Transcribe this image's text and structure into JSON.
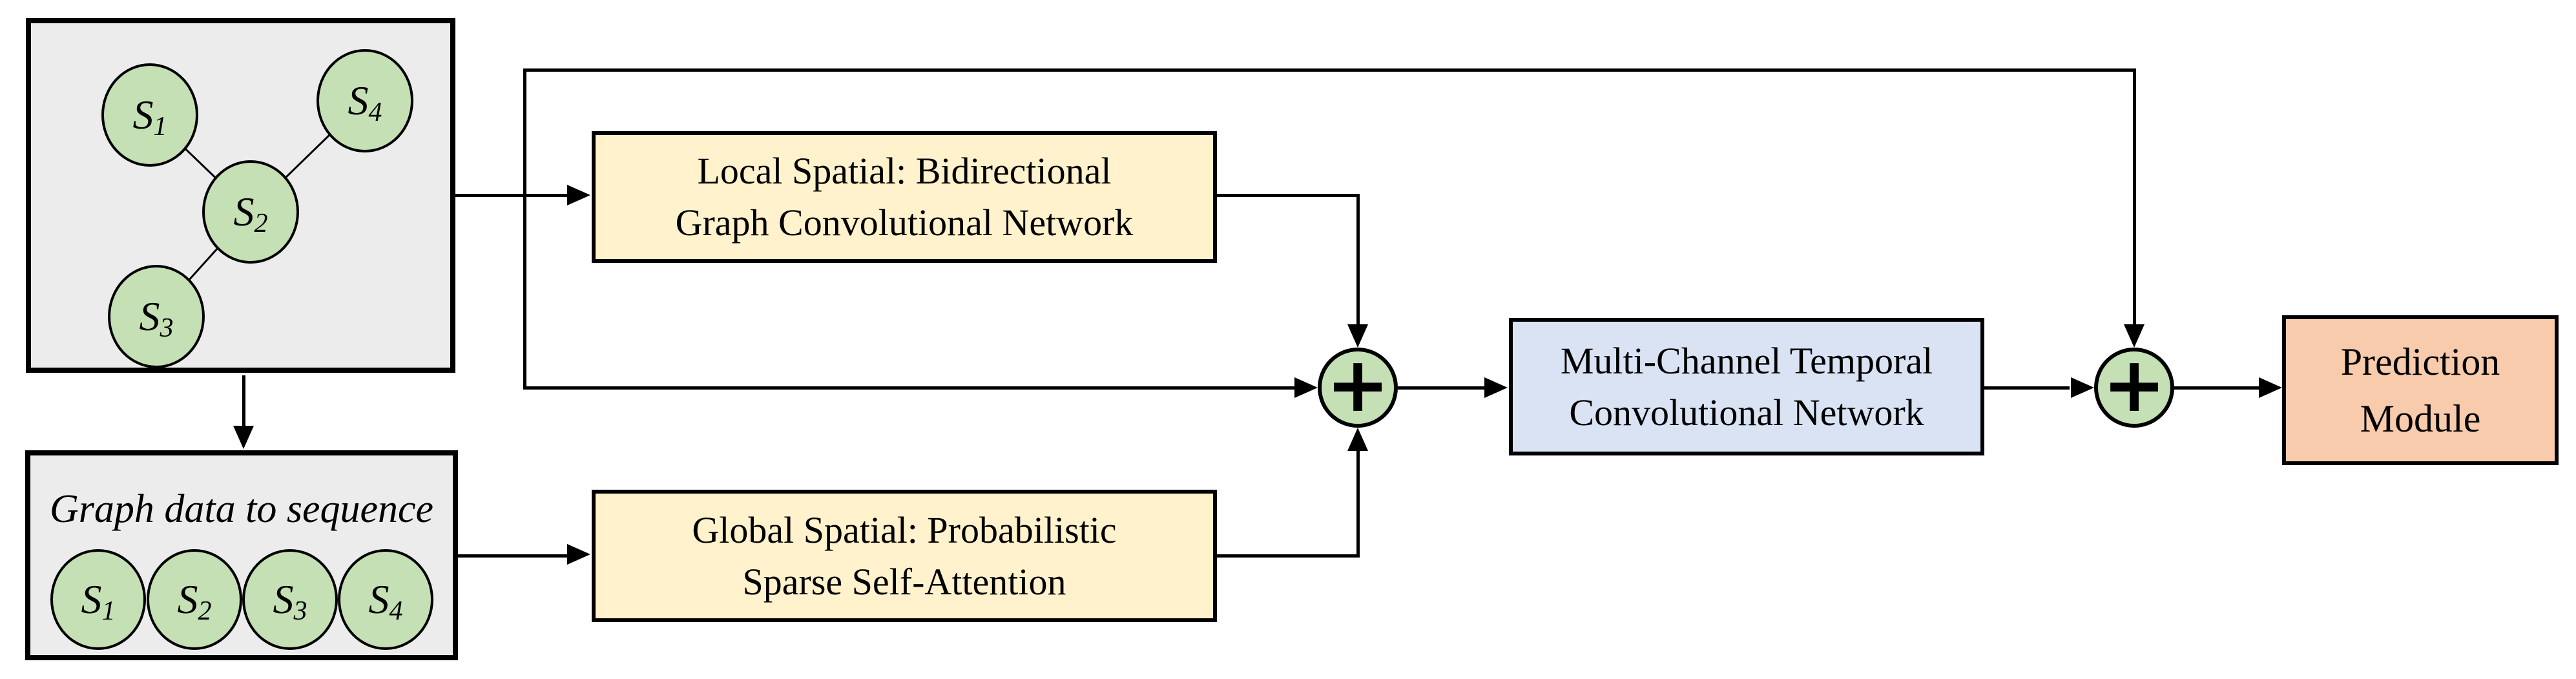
{
  "graph_box": {
    "nodes": [
      {
        "id": "s1",
        "label": "S",
        "sub": "1"
      },
      {
        "id": "s4",
        "label": "S",
        "sub": "4"
      },
      {
        "id": "s2",
        "label": "S",
        "sub": "2"
      },
      {
        "id": "s3",
        "label": "S",
        "sub": "3"
      }
    ]
  },
  "sequence_box": {
    "title": "Graph data to sequence",
    "nodes": [
      {
        "id": "s1",
        "label": "S",
        "sub": "1"
      },
      {
        "id": "s2",
        "label": "S",
        "sub": "2"
      },
      {
        "id": "s3",
        "label": "S",
        "sub": "3"
      },
      {
        "id": "s4",
        "label": "S",
        "sub": "4"
      }
    ]
  },
  "modules": {
    "local_spatial": {
      "lines": [
        "Local Spatial: Bidirectional",
        "Graph Convolutional Network"
      ]
    },
    "global_spatial": {
      "lines": [
        "Global Spatial: Probabilistic",
        "Sparse Self-Attention"
      ]
    },
    "temporal": {
      "lines": [
        "Multi-Channel Temporal",
        "Convolutional Network"
      ]
    },
    "prediction": {
      "lines": [
        "Prediction",
        "Module"
      ]
    }
  },
  "operators": {
    "sum1": "+",
    "sum2": "+"
  },
  "colors": {
    "panel_gray": "#ececec",
    "node_green": "#c5e0b4",
    "module_yellow": "#fff2cc",
    "module_blue": "#dae3f3",
    "module_orange": "#f8cbad",
    "line_black": "#000000"
  }
}
